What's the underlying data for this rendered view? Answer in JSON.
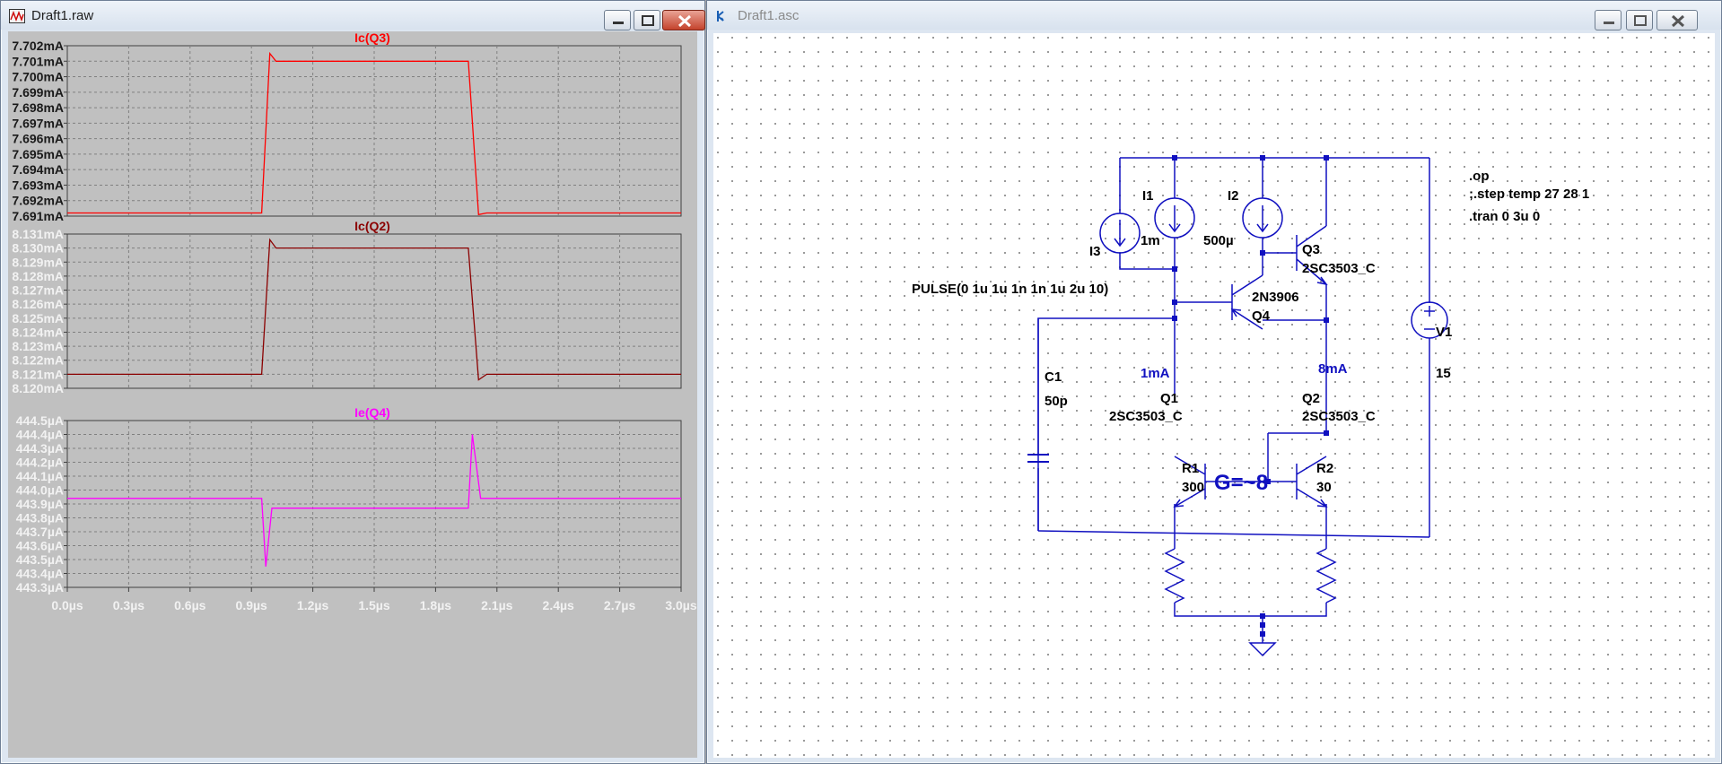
{
  "waveform_window": {
    "title": "Draft1.raw",
    "panes": [
      {
        "trace_label": "Ic(Q3)",
        "color": "#ff0000",
        "label_color": "#ff0000",
        "ytick_color": "#1a1a1a",
        "yticks": [
          "7.702mA",
          "7.701mA",
          "7.700mA",
          "7.699mA",
          "7.698mA",
          "7.697mA",
          "7.696mA",
          "7.695mA",
          "7.694mA",
          "7.693mA",
          "7.692mA",
          "7.691mA"
        ],
        "ymin": 7.691,
        "ymax": 7.702,
        "waveform": {
          "base": 7.6912,
          "high": 7.701,
          "overshoot_top": 7.7015,
          "undershoot_bottom": 7.6911
        }
      },
      {
        "trace_label": "Ic(Q2)",
        "color": "#8b0000",
        "label_color": "#8b0000",
        "ytick_color": "#f2f2f2",
        "yticks": [
          "8.131mA",
          "8.130mA",
          "8.129mA",
          "8.128mA",
          "8.127mA",
          "8.126mA",
          "8.125mA",
          "8.124mA",
          "8.123mA",
          "8.122mA",
          "8.121mA",
          "8.120mA"
        ],
        "ymin": 8.12,
        "ymax": 8.131,
        "waveform": {
          "base": 8.121,
          "high": 8.13,
          "overshoot_top": 8.1306,
          "undershoot_bottom": 8.1206
        }
      },
      {
        "trace_label": "Ie(Q4)",
        "color": "#ff00ff",
        "label_color": "#ff00ff",
        "ytick_color": "#f2f2f2",
        "yticks": [
          "444.5µA",
          "444.4µA",
          "444.3µA",
          "444.2µA",
          "444.1µA",
          "444.0µA",
          "443.9µA",
          "443.8µA",
          "443.7µA",
          "443.6µA",
          "443.5µA",
          "443.4µA",
          "443.3µA"
        ],
        "ymin": 443.3,
        "ymax": 444.5,
        "waveform": {
          "base": 443.94,
          "high": 443.87,
          "dip_bottom": 443.45,
          "spike_top": 444.4
        }
      }
    ],
    "xticks": [
      "0.0µs",
      "0.3µs",
      "0.6µs",
      "0.9µs",
      "1.2µs",
      "1.5µs",
      "1.8µs",
      "2.1µs",
      "2.4µs",
      "2.7µs",
      "3.0µs"
    ],
    "xmax_us": 3.0,
    "pulse": {
      "rise_start_us": 0.95,
      "fall_start_us": 1.96
    }
  },
  "schematic_window": {
    "title": "Draft1.asc",
    "components": {
      "I3": {
        "name": "I3",
        "pulse": "PULSE(0 1u 1u 1n 1n 1u 2u 10)"
      },
      "I1": {
        "name": "I1",
        "value": "1m"
      },
      "I2": {
        "name": "I2",
        "value": "500µ"
      },
      "Q3": {
        "name": "Q3",
        "model": "2SC3503_C"
      },
      "Q4": {
        "name": "Q4",
        "model": "2N3906"
      },
      "Q1": {
        "name": "Q1",
        "model": "2SC3503_C"
      },
      "Q2": {
        "name": "Q2",
        "model": "2SC3503_C"
      },
      "C1": {
        "name": "C1",
        "value": "50p"
      },
      "R1": {
        "name": "R1",
        "value": "300"
      },
      "R2": {
        "name": "R2",
        "value": "30"
      },
      "V1": {
        "name": "V1",
        "value": "15"
      }
    },
    "annotations": {
      "i_q1": "1mA",
      "i_q2": "8mA",
      "gain": "G=~8"
    },
    "directives": [
      ".op",
      ";.step temp 27 28 1",
      ".tran 0 3u 0"
    ],
    "colors": {
      "wire": "#1010c0",
      "annotation": "#1010c0",
      "text": "#000000",
      "dot_grid": "#c8c8c8"
    }
  },
  "colors": {
    "plot_bg": "#c0c0c0",
    "grid": "#808080"
  }
}
